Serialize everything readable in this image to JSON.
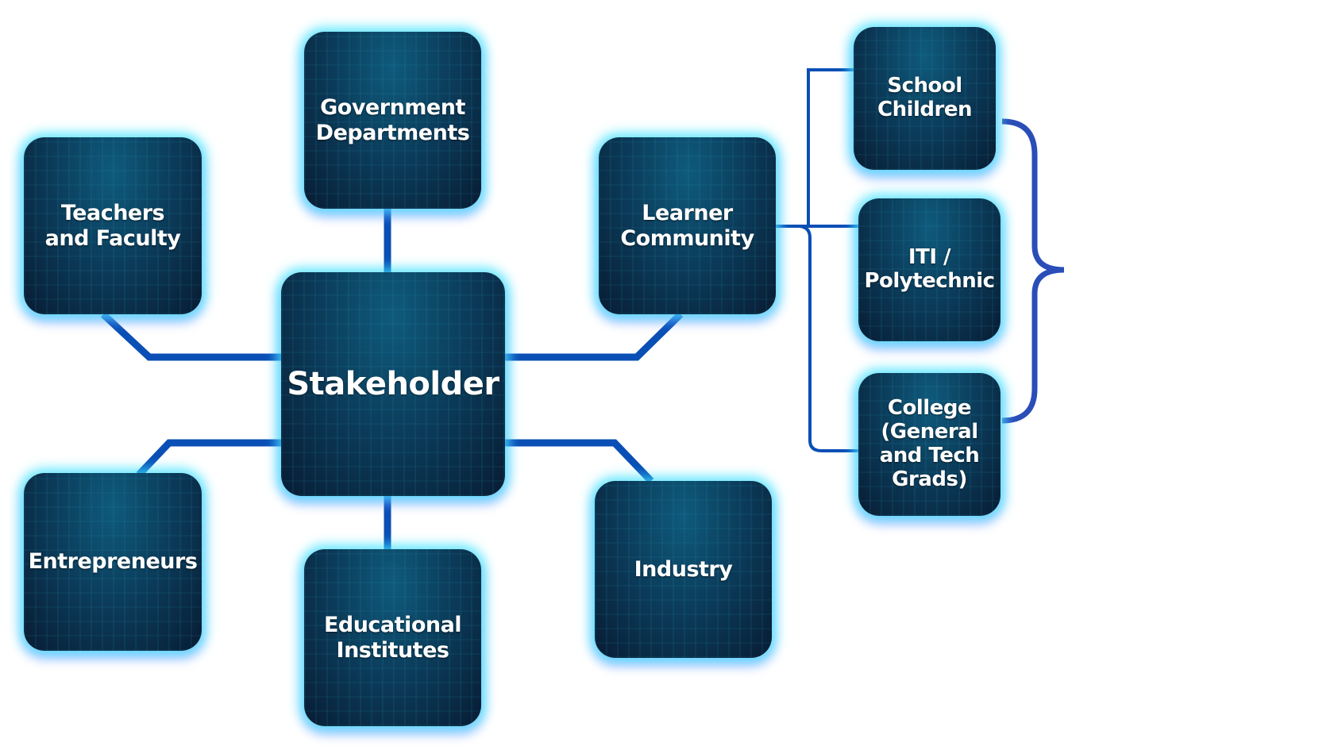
{
  "center": "Stakeholder",
  "nodes": {
    "government": "Government\nDepartments",
    "teachers": "Teachers\nand Faculty",
    "learner": "Learner\nCommunity",
    "entrepreneurs": "Entrepreneurs",
    "educational": "Educational\nInstitutes",
    "industry": "Industry"
  },
  "learner_groups": {
    "school": "School\nChildren",
    "iti": "ITI /\nPolytechnic",
    "college": "College\n(General\nand Tech\nGrads)"
  },
  "colors": {
    "connector": "#0a4fb5",
    "brace": "#2a4db8",
    "glow": "#3ce6ff"
  }
}
